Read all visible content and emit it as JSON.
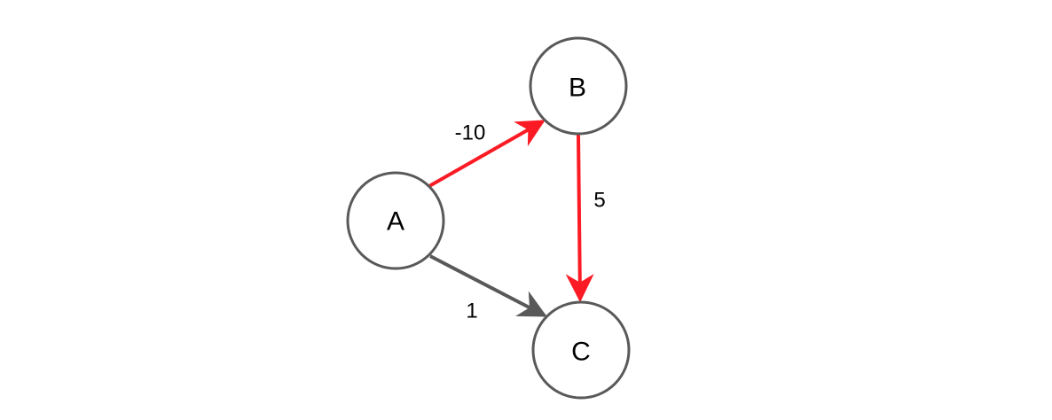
{
  "graph": {
    "colors": {
      "highlight": "#fc1b24",
      "normal": "#595959",
      "node_stroke": "#595959"
    },
    "nodes": [
      {
        "id": "A",
        "label": "A"
      },
      {
        "id": "B",
        "label": "B"
      },
      {
        "id": "C",
        "label": "C"
      }
    ],
    "edges": [
      {
        "from": "A",
        "to": "B",
        "weight": "-10",
        "highlighted": true
      },
      {
        "from": "B",
        "to": "C",
        "weight": "5",
        "highlighted": true
      },
      {
        "from": "A",
        "to": "C",
        "weight": "1",
        "highlighted": false
      }
    ]
  }
}
